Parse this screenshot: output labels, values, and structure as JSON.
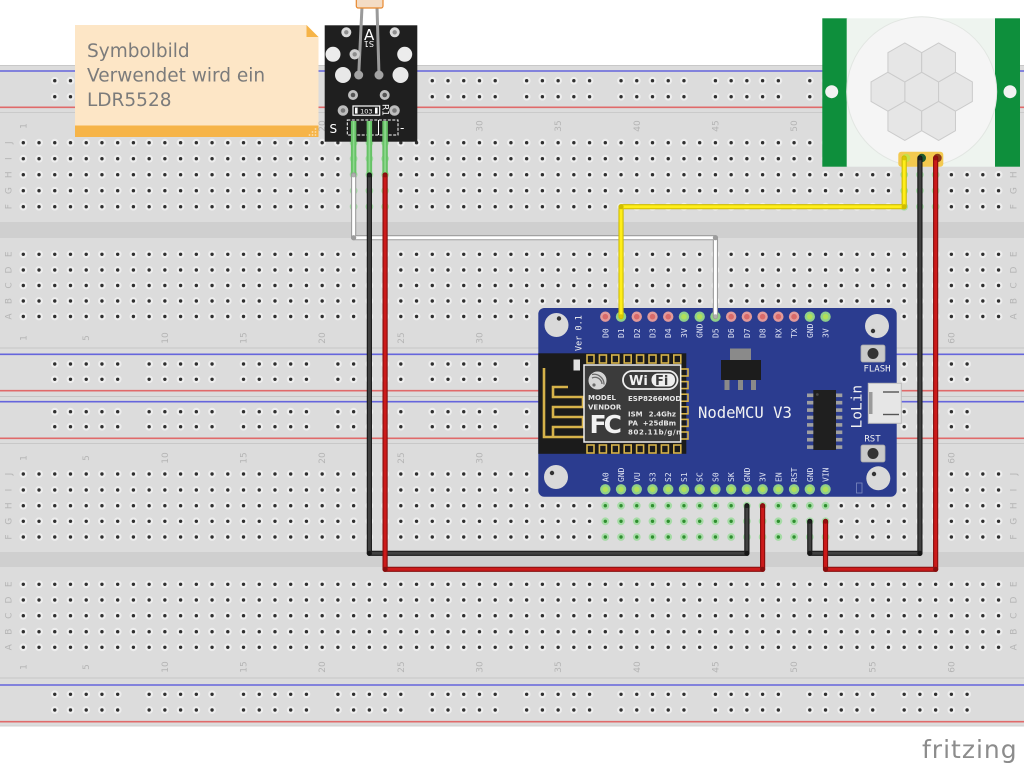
{
  "logo": {
    "text": "fritzing",
    "color": "#8c8c8c"
  },
  "note": {
    "lines": [
      "Symbolbild",
      "Verwendet wird ein",
      "LDR5528"
    ],
    "body_color": "#fde6c6",
    "accent_color": "#f6b448",
    "text_color": "#7b7b7b"
  },
  "breadboard": {
    "count": 2,
    "columns": 63,
    "rail_groups": 10,
    "rail_group_size": 5,
    "row_letters_top": [
      "J",
      "I",
      "H",
      "G",
      "F"
    ],
    "row_letters_bottom": [
      "E",
      "D",
      "C",
      "B",
      "A"
    ],
    "column_labels": [
      "1",
      "5",
      "10",
      "15",
      "20",
      "25",
      "30",
      "35",
      "40",
      "45",
      "50",
      "55",
      "60"
    ],
    "colors": {
      "body": "#dcdcdc",
      "channel": "#cfcfcf",
      "hole": "#2f2f2f",
      "hole_ring": "#eeeeee",
      "hole_connected": "#2f8f2f",
      "hole_connected_ring": "#a6dba6",
      "rail_negative": "#6565dc",
      "rail_positive": "#e06a6a",
      "label": "#b4b4b4"
    },
    "connected_holes": [
      {
        "board": 1,
        "rows": [
          "J",
          "I",
          "H",
          "G",
          "F"
        ],
        "col_from": 22,
        "col_to": 24
      },
      {
        "board": 1,
        "rows": [
          "H",
          "G",
          "F"
        ],
        "col_from": 57,
        "col_to": 59
      },
      {
        "board": 2,
        "rows": [
          "J",
          "I",
          "H",
          "G",
          "F"
        ],
        "col_from": 38,
        "col_to": 52
      }
    ]
  },
  "ldr_module": {
    "name_label": "A",
    "part_label": "S1",
    "resistor_value": "103",
    "resistor_ref": "R1",
    "signal_label": "S",
    "minus_label": "-",
    "board_color": "#1f1f1f",
    "leg_color": "#66c266"
  },
  "pir_sensor": {
    "board_color": "#0e8f3c",
    "lens_color": "#eef4ef",
    "lens_segments": 7,
    "connector_color": "#f3c94f"
  },
  "nodemcu": {
    "title": "NodeMCU V3",
    "brand": "LoLin",
    "version": "Ver 0.1",
    "board_color": "#2b3c8f",
    "buttons": {
      "flash": "FLASH",
      "reset": "RST"
    },
    "pin_colors": {
      "connected": "#90d08a",
      "connected_center": "#b0e05a",
      "unconnected": "#e29a9a",
      "unconnected_center": "#d86a6a"
    },
    "top_pins": [
      {
        "label": "D0",
        "connected": false
      },
      {
        "label": "D1",
        "connected": true
      },
      {
        "label": "D2",
        "connected": false
      },
      {
        "label": "D3",
        "connected": false
      },
      {
        "label": "D4",
        "connected": false
      },
      {
        "label": "3V",
        "connected": true
      },
      {
        "label": "GND",
        "connected": true
      },
      {
        "label": "D5",
        "connected": true
      },
      {
        "label": "D6",
        "connected": false
      },
      {
        "label": "D7",
        "connected": false
      },
      {
        "label": "D8",
        "connected": false
      },
      {
        "label": "RX",
        "connected": false
      },
      {
        "label": "TX",
        "connected": false
      },
      {
        "label": "GND",
        "connected": true
      },
      {
        "label": "3V",
        "connected": true
      }
    ],
    "bottom_pins": [
      {
        "label": "A0",
        "connected": true
      },
      {
        "label": "GND",
        "connected": true
      },
      {
        "label": "VU",
        "connected": true
      },
      {
        "label": "S3",
        "connected": true
      },
      {
        "label": "S2",
        "connected": true
      },
      {
        "label": "S1",
        "connected": true
      },
      {
        "label": "SC",
        "connected": true
      },
      {
        "label": "S0",
        "connected": true
      },
      {
        "label": "SK",
        "connected": true
      },
      {
        "label": "GND",
        "connected": true
      },
      {
        "label": "3V",
        "connected": true
      },
      {
        "label": "EN",
        "connected": true
      },
      {
        "label": "RST",
        "connected": true
      },
      {
        "label": "GND",
        "connected": true
      },
      {
        "label": "VIN",
        "connected": true
      }
    ],
    "esp_module": {
      "model_label": "MODEL",
      "vendor_label": "VENDOR",
      "module_name": "ESP8266MOD",
      "wifi_logo": [
        "Wi",
        "Fi"
      ],
      "fcc_logo": "FC",
      "specs": [
        {
          "key": "ISM",
          "value": "2.4Ghz"
        },
        {
          "key": "PA",
          "value": "+25dBm"
        }
      ],
      "protocol": "802.11b/g/n"
    }
  },
  "wires": [
    {
      "id": "wire-white-ldr",
      "color": "#ffffff",
      "outline": "#9c9c9c"
    },
    {
      "id": "wire-black-ldr",
      "color": "#404040",
      "outline": "#161616"
    },
    {
      "id": "wire-red-ldr",
      "color": "#cc1a1a",
      "outline": "#860e0e"
    },
    {
      "id": "wire-yellow-pir",
      "color": "#ffee1a",
      "outline": "#cfbd00"
    },
    {
      "id": "wire-black-pir",
      "color": "#404040",
      "outline": "#161616"
    },
    {
      "id": "wire-red-pir",
      "color": "#cc1a1a",
      "outline": "#860e0e"
    }
  ]
}
